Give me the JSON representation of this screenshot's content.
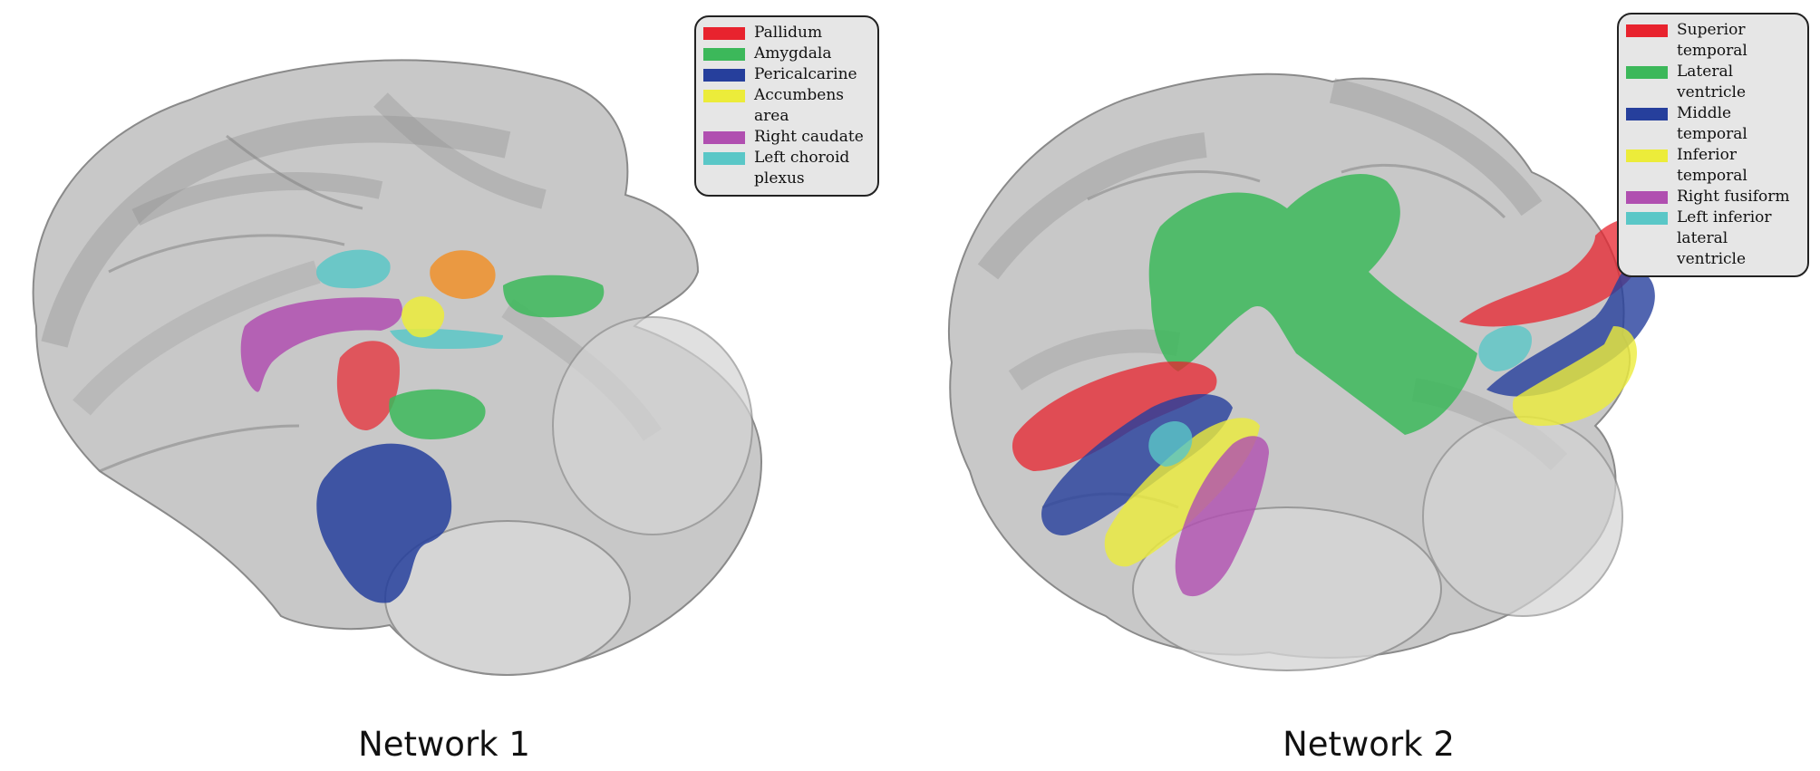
{
  "panels": [
    {
      "caption": "Network 1",
      "legend": [
        {
          "label": "Pallidum",
          "color": "#e8232e"
        },
        {
          "label": "Amygdala",
          "color": "#3cb85a"
        },
        {
          "label": "Pericalcarine",
          "color": "#263f9c"
        },
        {
          "label": "Accumbens area",
          "color": "#ecec3a"
        },
        {
          "label": "Right caudate",
          "color": "#b04fb0"
        },
        {
          "label": "Left choroid plexus",
          "color": "#5ac7c7"
        }
      ]
    },
    {
      "caption": "Network 2",
      "legend": [
        {
          "label": "Superior temporal",
          "color": "#e8232e"
        },
        {
          "label": "Lateral ventricle",
          "color": "#3cb85a"
        },
        {
          "label": "Middle temporal",
          "color": "#263f9c"
        },
        {
          "label": "Inferior temporal",
          "color": "#ecec3a"
        },
        {
          "label": "Right fusiform",
          "color": "#b04fb0"
        },
        {
          "label": "Left inferior lateral ventricle",
          "color": "#5ac7c7"
        }
      ]
    }
  ]
}
